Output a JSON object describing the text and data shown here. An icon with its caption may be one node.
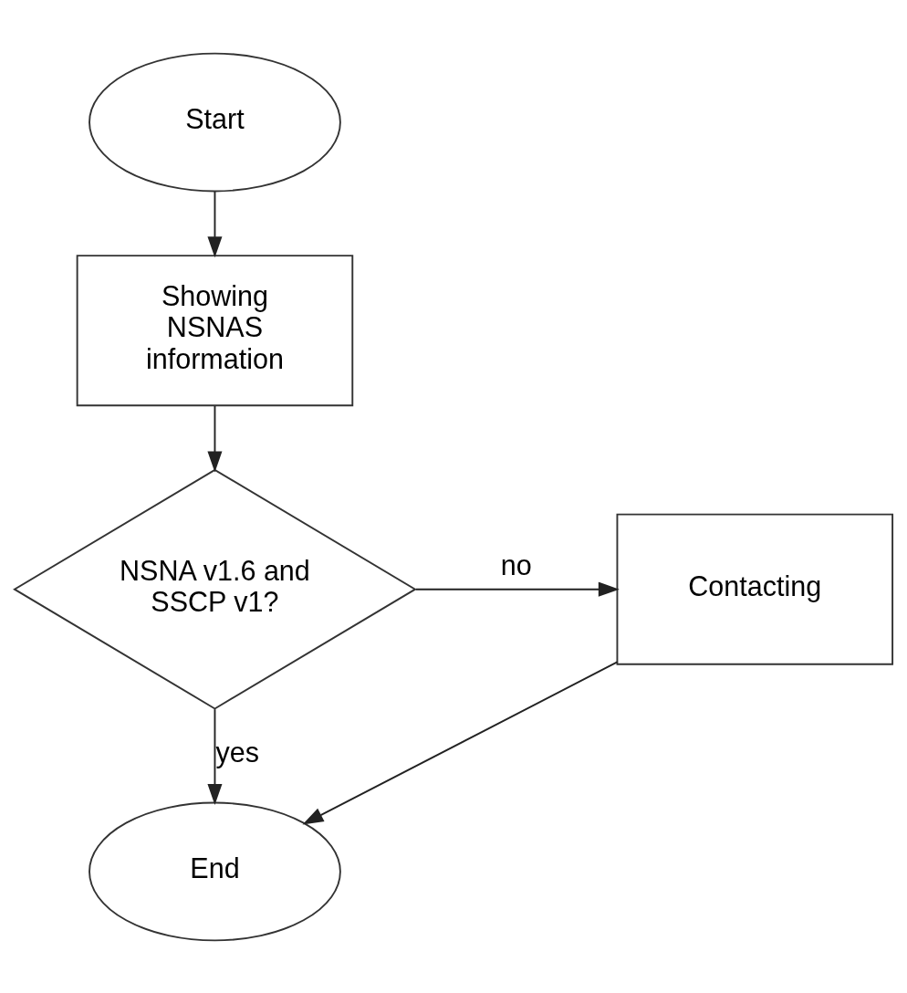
{
  "diagram": {
    "nodes": [
      {
        "text": [
          "Start"
        ]
      },
      {
        "text": [
          "Showing NSNAS information"
        ]
      },
      {
        "text": [
          "NSNA v1.6 and SSCP v1?"
        ]
      },
      {
        "text": [
          "Contacting"
        ]
      },
      {
        "text": [
          "End"
        ]
      }
    ],
    "edges": [
      {
        "from": 0,
        "to": 1,
        "arrow": "to"
      },
      {
        "from": 1,
        "to": 2,
        "arrow": "to"
      },
      {
        "from": 2,
        "to": 3,
        "arrow": "to",
        "label": "no"
      },
      {
        "from": 2,
        "to": 4,
        "arrow": "to",
        "label": "yes"
      },
      {
        "from": 3,
        "to": 4,
        "arrow": "to"
      }
    ]
  }
}
